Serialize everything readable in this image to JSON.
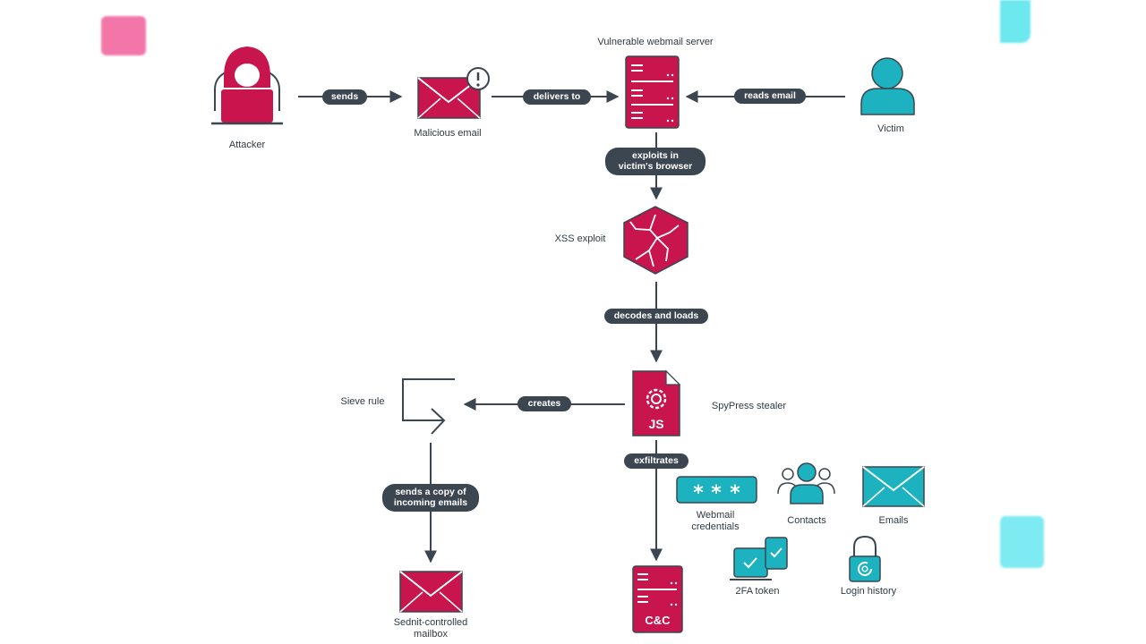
{
  "nodes": {
    "attacker": "Attacker",
    "malicious_email": "Malicious email",
    "webmail_server": "Vulnerable webmail server",
    "victim": "Victim",
    "xss_exploit": "XSS exploit",
    "spypress": "SpyPress stealer",
    "spypress_badge": "JS",
    "sieve_rule": "Sieve rule",
    "mailbox_line1": "Sednit-controlled",
    "mailbox_line2": "mailbox",
    "cnc_badge": "C&C",
    "credentials_line1": "Webmail",
    "credentials_line2": "credentials",
    "contacts": "Contacts",
    "emails": "Emails",
    "twofa": "2FA token",
    "login_history": "Login history"
  },
  "edges": {
    "sends": "sends",
    "delivers_to": "delivers to",
    "reads_email": "reads email",
    "exploits_line1": "exploits in",
    "exploits_line2": "victim's browser",
    "decodes": "decodes and loads",
    "creates": "creates",
    "copy_line1": "sends a copy of",
    "copy_line2": "incoming emails",
    "exfiltrates": "exfiltrates"
  },
  "colors": {
    "crimson": "#c8154e",
    "teal": "#1cb2bf",
    "dark": "#3b4650",
    "pink_deco": "#f0609a",
    "cyan_deco": "#5ee6ee"
  }
}
